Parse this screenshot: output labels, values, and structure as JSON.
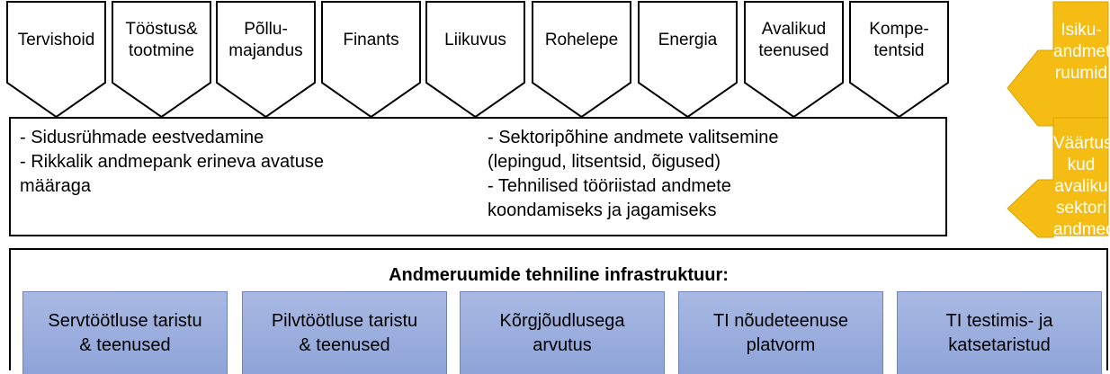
{
  "sectors": [
    "Tervishoid",
    "Tööstus&\ntootmine",
    "Põllu-\nmajandus",
    "Finants",
    "Liikuvus",
    "Rohelepe",
    "Energia",
    "Avalikud\nteenused",
    "Kompe-\ntentsid"
  ],
  "middle": {
    "left_items": [
      "- Sidusrühmade eestvedamine",
      "- Rikkalik andmepank erineva avatuse\n  määraga"
    ],
    "right_items": [
      "- Sektoripõhine andmete valitsemine\n  (lepingud, litsentsid, õigused)",
      "- Tehnilised tööriistad andmete\n  koondamiseks ja jagamiseks"
    ]
  },
  "infrastructure": {
    "title": "Andmeruumide tehniline infrastruktuur:",
    "items": [
      "Servtöötluse taristu\n& teenused",
      "Pilvtöötluse taristu\n& teenused",
      "Kõrgjõudlusega\narvutus",
      "TI nõudeteenuse\nplatvorm",
      "TI testimis- ja\nkatsetaristud"
    ]
  },
  "side_inputs": [
    "Isiku-\nandmete\nruumid",
    "Väärtusli-\nkud avaliku\nsektori\nandmed"
  ],
  "colors": {
    "accent_orange": "#f5bd13",
    "infra_blue": "#9aaee0"
  }
}
